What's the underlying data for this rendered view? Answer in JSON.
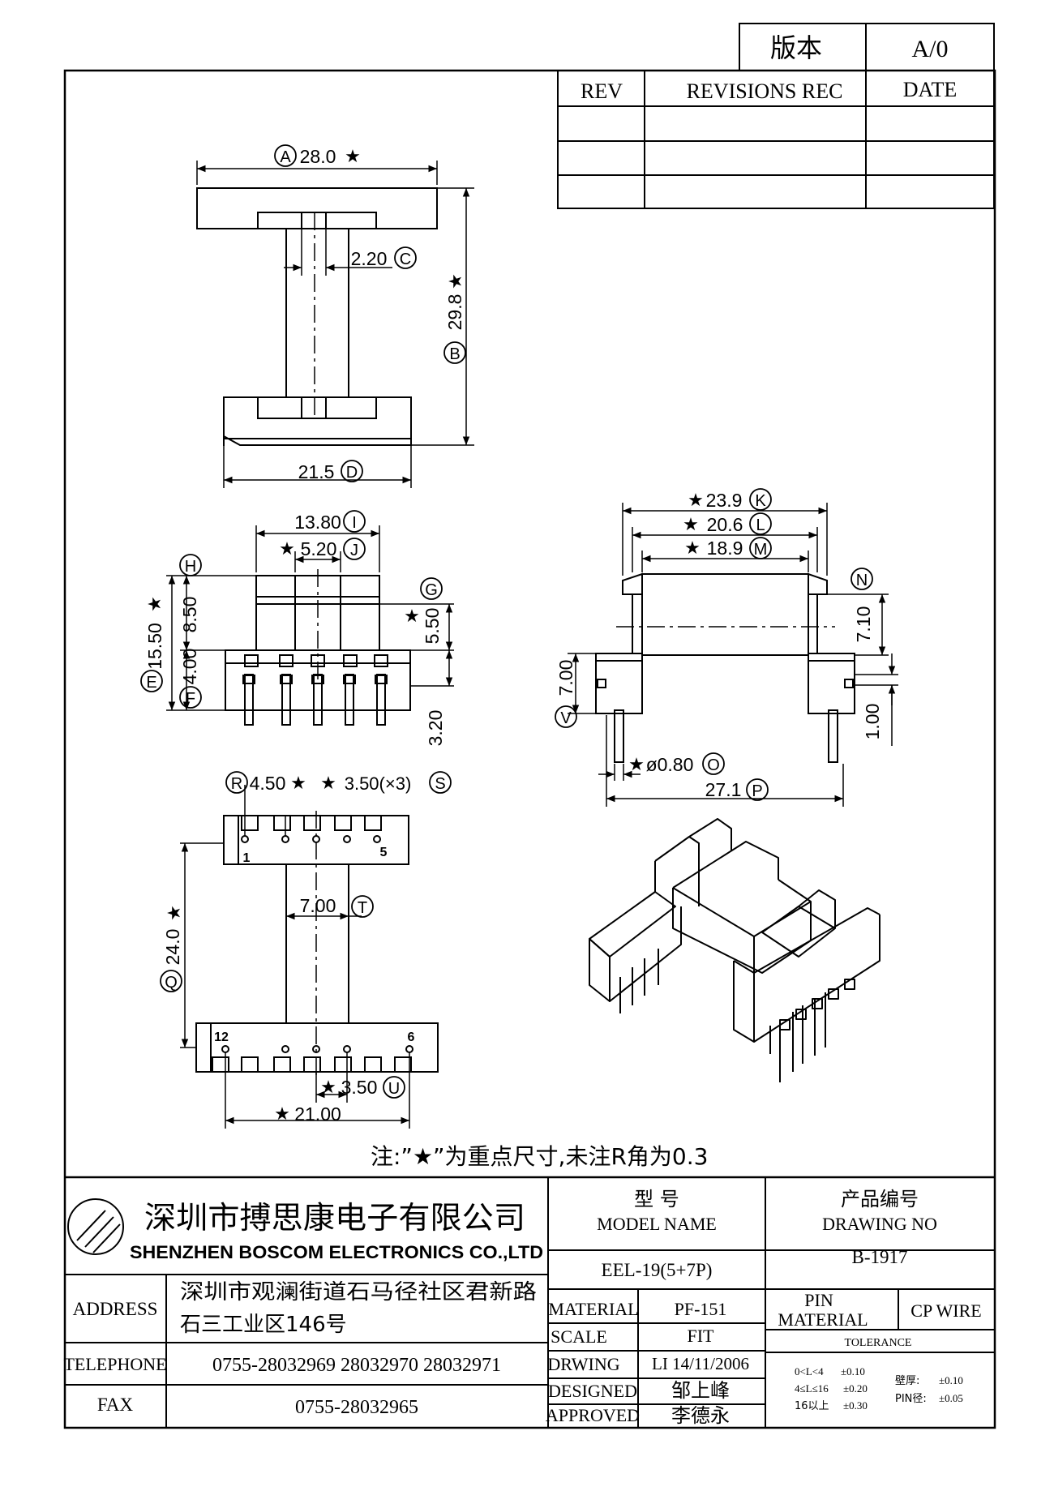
{
  "version_box": {
    "label": "版本",
    "value": "A/0"
  },
  "revisions": {
    "rev": "REV",
    "rec": "REVISIONS REC",
    "date": "DATE"
  },
  "dims": {
    "A": "A",
    "A_val": "28.0",
    "B": "B",
    "B_val": "29.8",
    "C": "C",
    "C_val": "2.20",
    "D": "D",
    "D_val": "21.5",
    "I": "I",
    "I_val": "13.80",
    "J": "J",
    "J_val": "5.20",
    "H": "H",
    "H_val": "8.50",
    "G": "G",
    "G_val": "5.50",
    "E": "E",
    "E_val": "15.50",
    "F": "F",
    "F_val": "4.00",
    "F2_val": "3.20",
    "K": "K",
    "K_val": "23.9",
    "L": "L",
    "L_val": "20.6",
    "M": "M",
    "M_val": "18.9",
    "N": "N",
    "N_val": "7.10",
    "V": "V",
    "V_val": "7.00",
    "V2_val": "1.00",
    "O": "O",
    "O_val": "ø0.80",
    "P": "P",
    "P_val": "27.1",
    "R": "R",
    "R_val": "4.50",
    "S": "S",
    "S_val": "3.50(×3)",
    "T": "T",
    "T_val": "7.00",
    "Q": "Q",
    "Q_val": "24.0",
    "U": "U",
    "U_val": "3.50",
    "W_val": "21.00",
    "pin1": "1",
    "pin5": "5",
    "pin12": "12",
    "pin6": "6",
    "star": "★"
  },
  "note": "注:”★”为重点尺寸,未注R角为0.3",
  "company": {
    "name_cn": "深圳市搏思康电子有限公司",
    "name_en": "SHENZHEN BOSCOM ELECTRONICS CO.,LTD"
  },
  "info": {
    "address_label": "ADDRESS",
    "address_line1": "深圳市观澜街道石马径社区君新路",
    "address_line2": "石三工业区146号",
    "telephone_label": "TELEPHONE",
    "telephone": "0755-28032969 28032970 28032971",
    "fax_label": "FAX",
    "fax": "0755-28032965"
  },
  "title_block": {
    "model_cn": "型     号",
    "model_en": "MODEL NAME",
    "model_value": "EEL-19(5+7P)",
    "drawing_cn": "产品编号",
    "drawing_en": "DRAWING NO",
    "drawing_value": "B-1917",
    "material_label": "MATERIAL",
    "material_value": "PF-151",
    "scale_label": "SCALE",
    "scale_value": "FIT",
    "drwing_label": "DRWING",
    "drwing_value": "LI 14/11/2006",
    "designed_label": "DESIGNED",
    "designed_value": "邹上峰",
    "approved_label": "APPROVED",
    "approved_value": "李德永",
    "pin_material_1": "PIN",
    "pin_material_2": "MATERIAL",
    "pin_material_value": "CP WIRE",
    "tolerance_label": "TOLERANCE",
    "tol_1": "0<L<4",
    "tol_1v": "±0.10",
    "tol_2": "4≤L≤16",
    "tol_2v": "±0.20",
    "tol_3": "16以上",
    "tol_3v": "±0.30",
    "wall_label": "壁厚:",
    "wall_value": "±0.10",
    "pin_dia_label": "PIN径:",
    "pin_dia_value": "±0.05"
  }
}
